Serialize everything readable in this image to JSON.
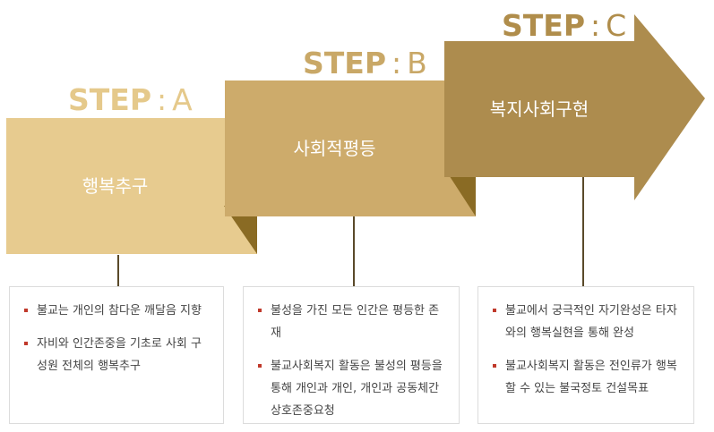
{
  "steps": [
    {
      "step_word": "STEP",
      "separator": ":",
      "letter": "A",
      "title": "행복추구",
      "label_color": "#e5c98b",
      "box_color": "#e7cb8f",
      "fold_color": "#8a6b24",
      "bullets": [
        "불교는 개인의 참다운 깨달음 지향",
        "자비와 인간존중을 기초로 사회 구성원 전체의 행복추구"
      ]
    },
    {
      "step_word": "STEP",
      "separator": ":",
      "letter": "B",
      "title": "사회적평등",
      "label_color": "#c9a867",
      "box_color": "#cdab6b",
      "fold_color": "#8a6b24",
      "bullets": [
        "불성을 가진 모든 인간은 평등한 존재",
        "불교사회복지 활동은 불성의 평등을 통해 개인과 개인, 개인과 공동체간 상호존중요청"
      ]
    },
    {
      "step_word": "STEP",
      "separator": ":",
      "letter": "C",
      "title": "복지사회구현",
      "label_color": "#b08d4b",
      "box_color": "#ad8c4e",
      "fold_color": "#8a6b24",
      "bullets": [
        "불교에서 궁극적인 자기완성은 타자와의 행복실현을 통해 완성",
        "불교사회복지 활동은 전인류가 행복할 수 있는 불국정토 건설목표"
      ]
    }
  ],
  "connector_color": "#5a4a2a",
  "bullet_color": "#c0392b"
}
